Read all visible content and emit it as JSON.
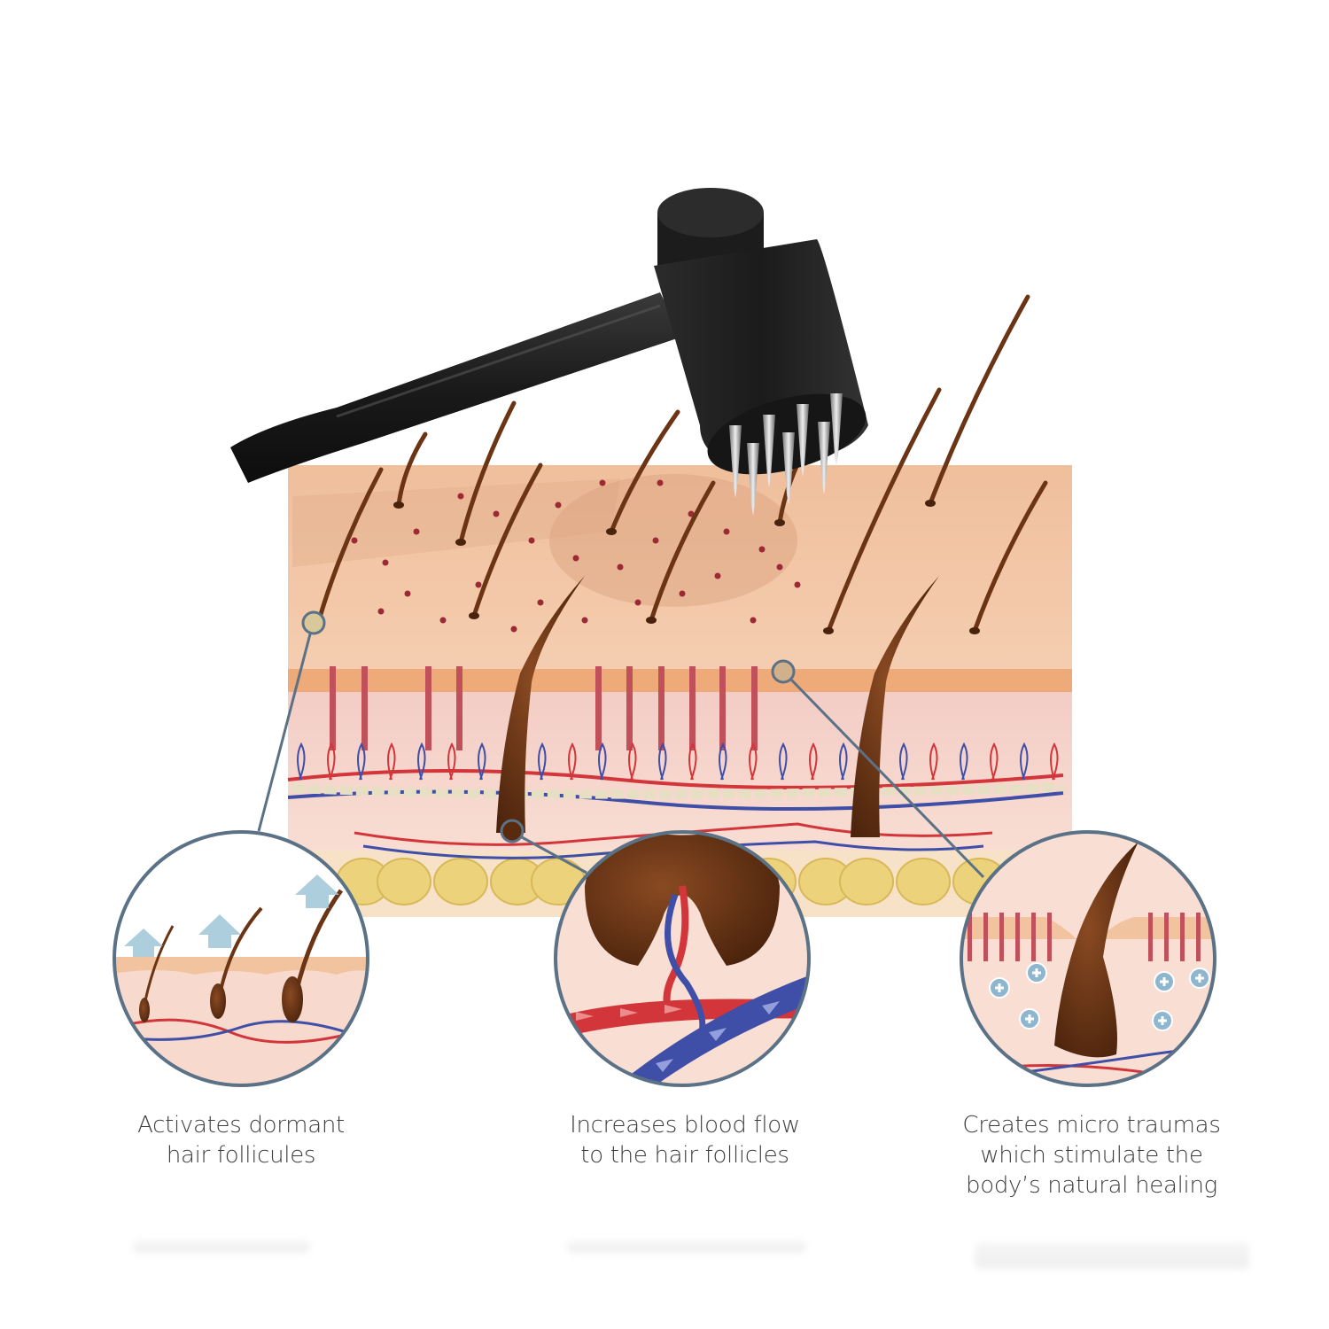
{
  "figure": {
    "panels": [
      {
        "id": "activate",
        "caption_lines": [
          "Activates dormant",
          "hair follicules"
        ]
      },
      {
        "id": "blood-flow",
        "caption_lines": [
          "Increases blood flow",
          "to the hair follicles"
        ]
      },
      {
        "id": "micro-trauma",
        "caption_lines": [
          "Creates micro traumas",
          "which stimulate the",
          "body’s natural healing"
        ]
      }
    ],
    "colors": {
      "skin": "#f2c3a2",
      "dermis": "#f6d3c6",
      "fat": "#ecd27a",
      "hair": "#6b3414",
      "artery": "#d2363a",
      "vein": "#3f4ea6",
      "device": "#1e1e1e",
      "callout_ring": "#5b7186",
      "caption_text": "#3e3e3e"
    }
  }
}
